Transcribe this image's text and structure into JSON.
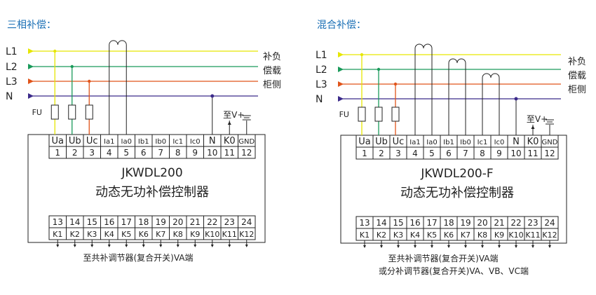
{
  "colors": {
    "L1": "#e6e600",
    "L2": "#1a9a5a",
    "L3": "#e0541a",
    "N": "#3b2a8a",
    "title": "#1a6fb5",
    "ink": "#222222"
  },
  "left": {
    "title": "三相补偿：",
    "lines": [
      "L1",
      "L2",
      "L3",
      "N"
    ],
    "side_label": [
      "补负",
      "偿载",
      "柜侧"
    ],
    "fuse_label": "FU",
    "to_v": "至V+",
    "top_terms": [
      {
        "label": "Ua",
        "num": "1"
      },
      {
        "label": "Ub",
        "num": "2"
      },
      {
        "label": "Uc",
        "num": "3"
      },
      {
        "label": "Ia1",
        "num": "4"
      },
      {
        "label": "Ia0",
        "num": "5"
      },
      {
        "label": "Ib1",
        "num": "6"
      },
      {
        "label": "Ib0",
        "num": "7"
      },
      {
        "label": "Ic1",
        "num": "8"
      },
      {
        "label": "Ic0",
        "num": "9"
      },
      {
        "label": "N",
        "num": "10"
      },
      {
        "label": "K0",
        "num": "11"
      },
      {
        "label": "GND",
        "num": "12"
      }
    ],
    "model": "JKWDL200",
    "name": "动态无功补偿控制器",
    "bottom_nums": [
      "13",
      "14",
      "15",
      "16",
      "17",
      "18",
      "19",
      "20",
      "21",
      "22",
      "23",
      "24"
    ],
    "bottom_ks": [
      "K1",
      "K2",
      "K3",
      "K4",
      "K5",
      "K6",
      "K7",
      "K8",
      "K9",
      "K10",
      "K11",
      "K12"
    ],
    "note1": "至共补调节器(复合开关)VA端",
    "note2": ""
  },
  "right": {
    "title": "混合补偿：",
    "lines": [
      "L1",
      "L2",
      "L3",
      "N"
    ],
    "side_label": [
      "补负",
      "偿载",
      "柜侧"
    ],
    "fuse_label": "FU",
    "to_v": "至V+",
    "top_terms": [
      {
        "label": "Ua",
        "num": "1"
      },
      {
        "label": "Ub",
        "num": "2"
      },
      {
        "label": "Uc",
        "num": "3"
      },
      {
        "label": "Ia1",
        "num": "4"
      },
      {
        "label": "Ia0",
        "num": "5"
      },
      {
        "label": "Ib1",
        "num": "6"
      },
      {
        "label": "Ib0",
        "num": "7"
      },
      {
        "label": "Ic1",
        "num": "8"
      },
      {
        "label": "Ic0",
        "num": "9"
      },
      {
        "label": "N",
        "num": "10"
      },
      {
        "label": "K0",
        "num": "11"
      },
      {
        "label": "GND",
        "num": "12"
      }
    ],
    "model": "JKWDL200-F",
    "name": "动态无功补偿控制器",
    "bottom_nums": [
      "13",
      "14",
      "15",
      "16",
      "17",
      "18",
      "19",
      "20",
      "21",
      "22",
      "23",
      "24"
    ],
    "bottom_ks": [
      "K1",
      "K2",
      "K3",
      "K4",
      "K5",
      "K6",
      "K7",
      "K8",
      "K9",
      "K10",
      "K11",
      "K12"
    ],
    "note1": "至共补调节器(复合开关)VA端",
    "note2": "或分补调节器(复合开关)VA、VB、VC端"
  }
}
